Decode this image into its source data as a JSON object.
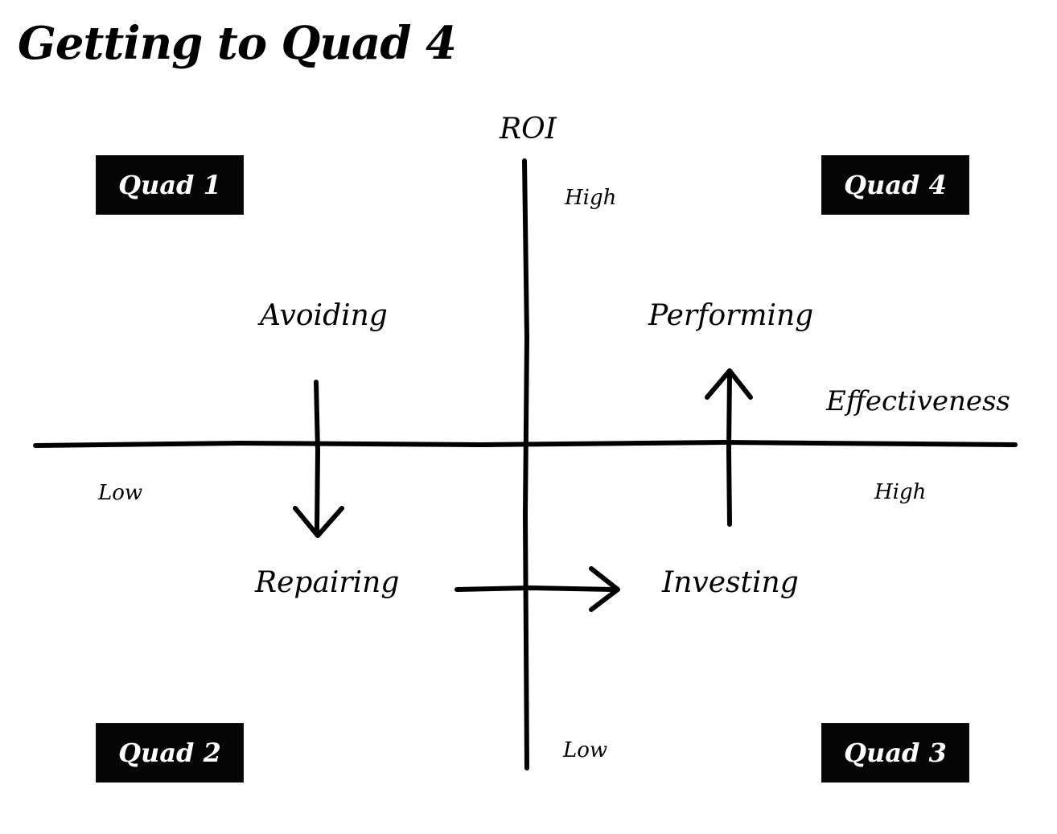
{
  "title": "Getting to Quad 4",
  "axes": {
    "y": {
      "name": "ROI",
      "high": "High",
      "low": "Low"
    },
    "x": {
      "name": "Effectiveness",
      "low": "Low",
      "high": "High"
    }
  },
  "quadrants": {
    "q1": "Quad 1",
    "q2": "Quad 2",
    "q3": "Quad 3",
    "q4": "Quad 4"
  },
  "states": {
    "avoiding": "Avoiding",
    "repairing": "Repairing",
    "investing": "Investing",
    "performing": "Performing"
  },
  "flow": [
    {
      "from": "Avoiding",
      "to": "Repairing"
    },
    {
      "from": "Repairing",
      "to": "Investing"
    },
    {
      "from": "Investing",
      "to": "Performing"
    }
  ],
  "colors": {
    "ink": "#000000",
    "box_fill": "#050505",
    "box_text": "#ffffff",
    "background": "#ffffff"
  }
}
